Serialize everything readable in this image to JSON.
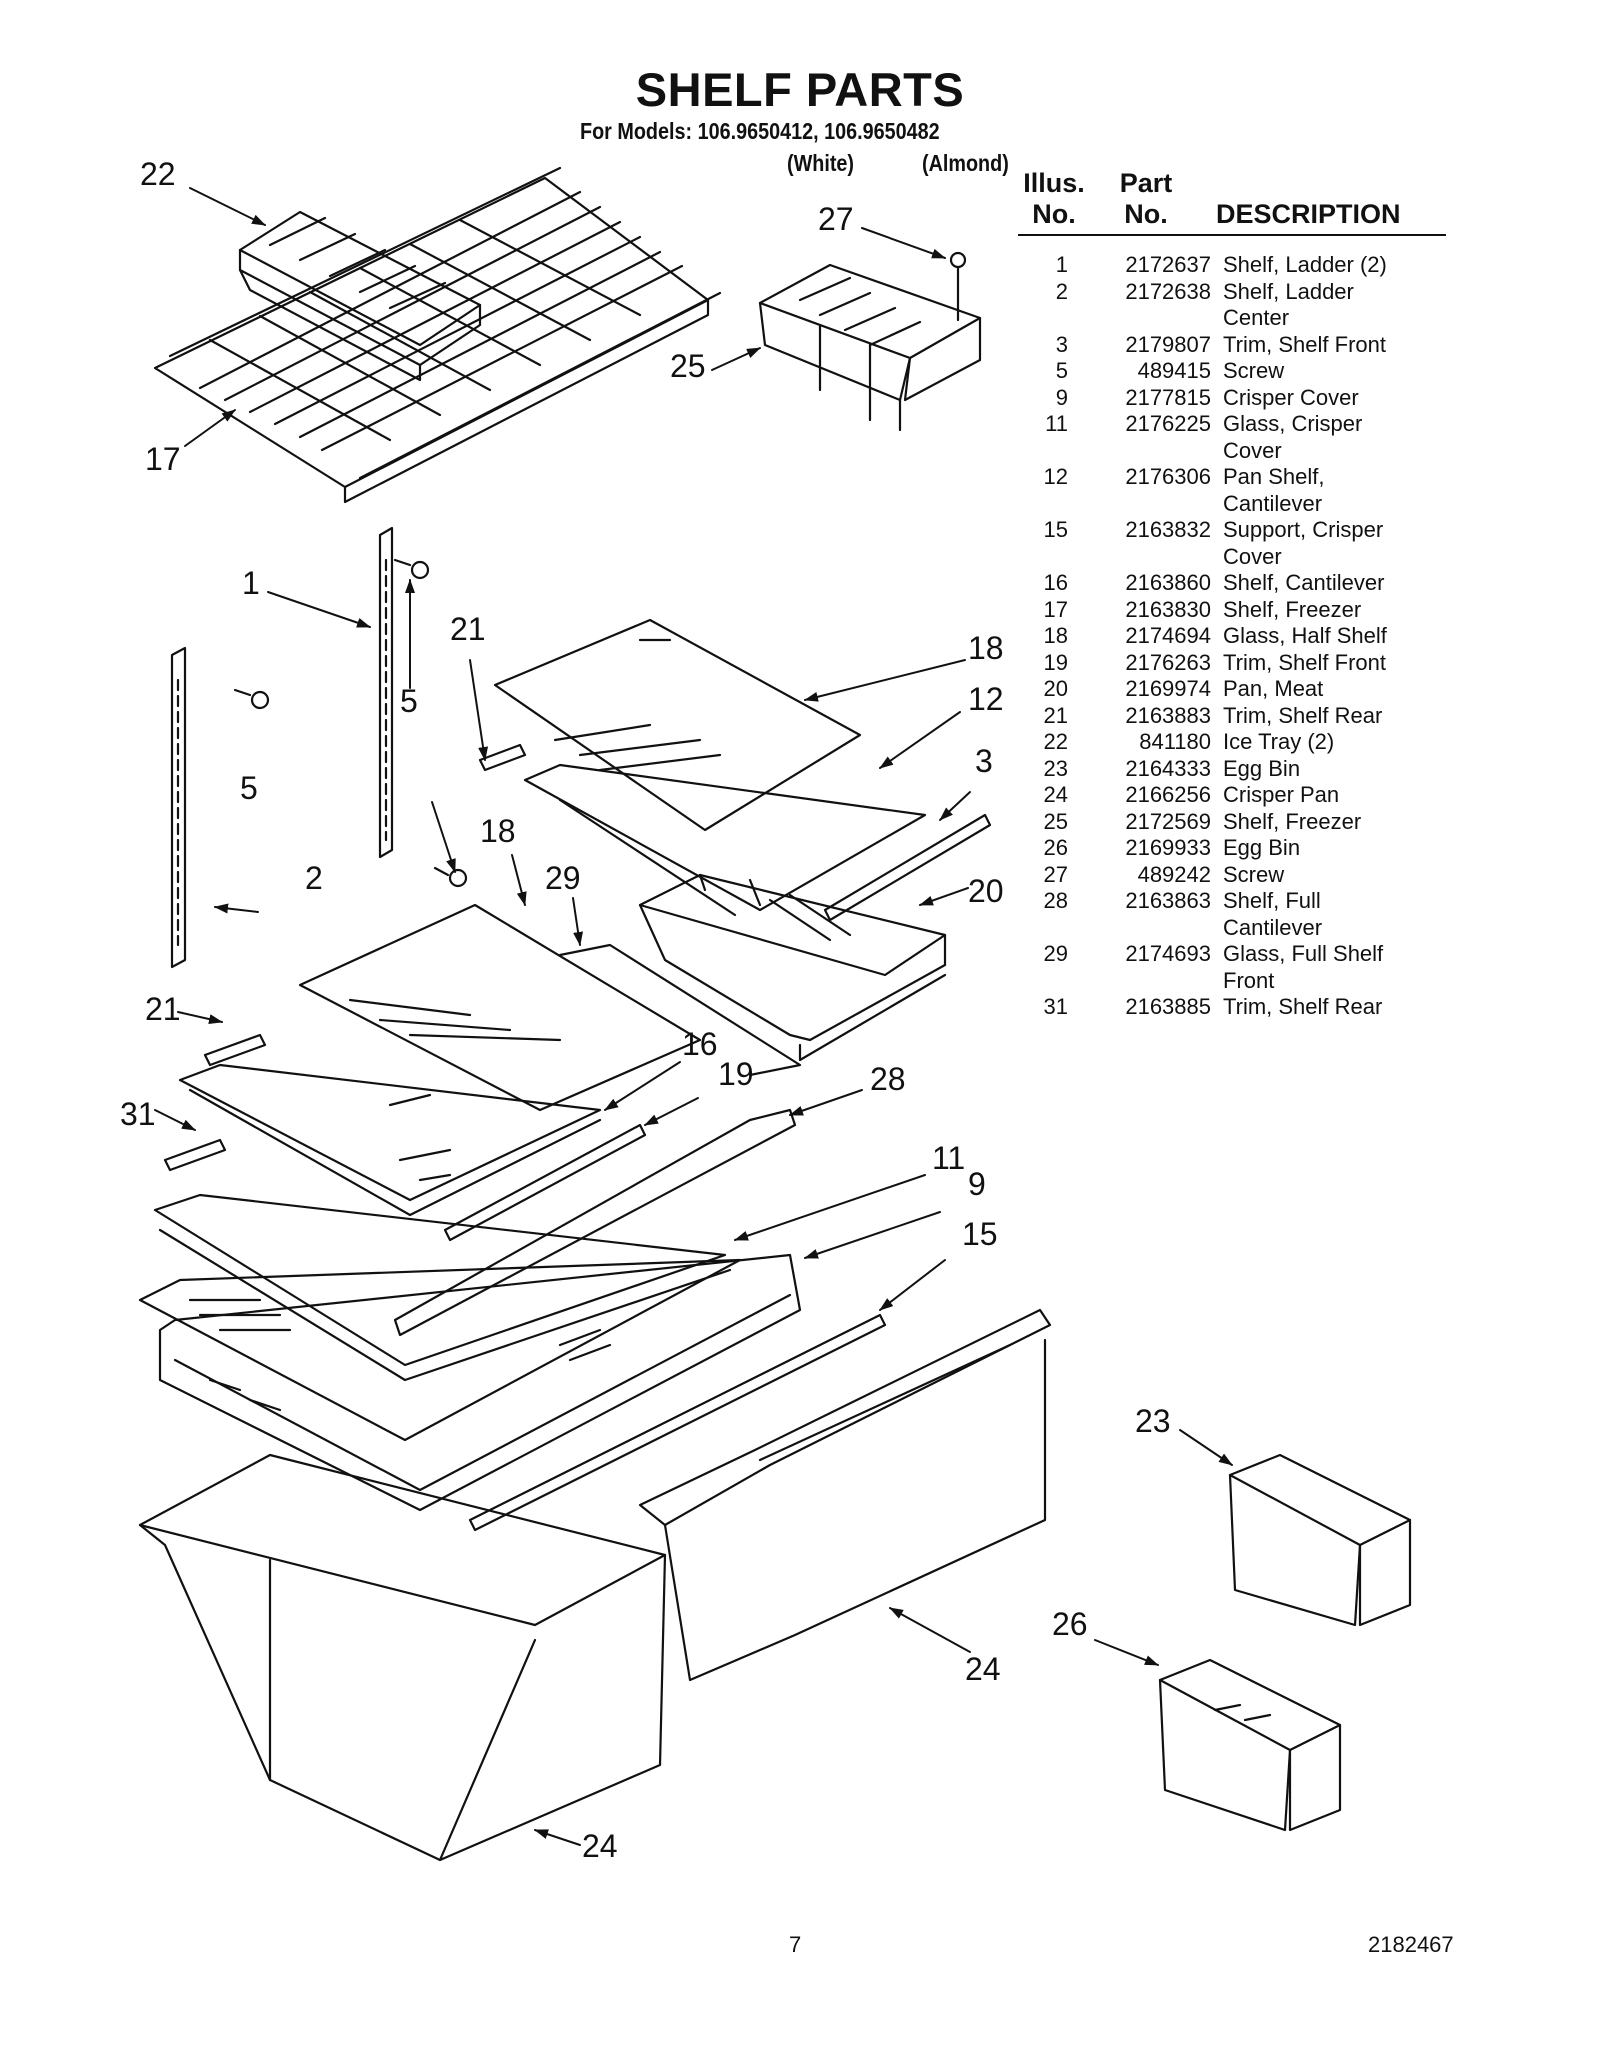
{
  "header": {
    "title": "SHELF PARTS",
    "models": "For Models: 106.9650412, 106.9650482",
    "variant_white": "(White)",
    "variant_almond": "(Almond)"
  },
  "table": {
    "col_illus": "Illus.\nNo.",
    "col_part": "Part\nNo.",
    "col_desc": "DESCRIPTION",
    "rows": [
      {
        "illus": "1",
        "part": "2172637",
        "desc": "Shelf, Ladder (2)"
      },
      {
        "illus": "2",
        "part": "2172638",
        "desc": "Shelf, Ladder\nCenter"
      },
      {
        "illus": "3",
        "part": "2179807",
        "desc": "Trim, Shelf Front"
      },
      {
        "illus": "5",
        "part": "489415",
        "desc": "Screw"
      },
      {
        "illus": "9",
        "part": "2177815",
        "desc": "Crisper Cover"
      },
      {
        "illus": "11",
        "part": "2176225",
        "desc": "Glass, Crisper\nCover"
      },
      {
        "illus": "12",
        "part": "2176306",
        "desc": "Pan Shelf,\nCantilever"
      },
      {
        "illus": "15",
        "part": "2163832",
        "desc": "Support, Crisper\nCover"
      },
      {
        "illus": "16",
        "part": "2163860",
        "desc": "Shelf, Cantilever"
      },
      {
        "illus": "17",
        "part": "2163830",
        "desc": "Shelf, Freezer"
      },
      {
        "illus": "18",
        "part": "2174694",
        "desc": "Glass, Half Shelf"
      },
      {
        "illus": "19",
        "part": "2176263",
        "desc": "Trim, Shelf Front"
      },
      {
        "illus": "20",
        "part": "2169974",
        "desc": "Pan, Meat"
      },
      {
        "illus": "21",
        "part": "2163883",
        "desc": "Trim, Shelf Rear"
      },
      {
        "illus": "22",
        "part": "841180",
        "desc": "Ice Tray (2)"
      },
      {
        "illus": "23",
        "part": "2164333",
        "desc": "Egg Bin"
      },
      {
        "illus": "24",
        "part": "2166256",
        "desc": "Crisper Pan"
      },
      {
        "illus": "25",
        "part": "2172569",
        "desc": "Shelf, Freezer"
      },
      {
        "illus": "26",
        "part": "2169933",
        "desc": "Egg Bin"
      },
      {
        "illus": "27",
        "part": "489242",
        "desc": "Screw"
      },
      {
        "illus": "28",
        "part": "2163863",
        "desc": "Shelf, Full\nCantilever"
      },
      {
        "illus": "29",
        "part": "2174693",
        "desc": "Glass, Full Shelf\nFront"
      },
      {
        "illus": "31",
        "part": "2163885",
        "desc": "Trim, Shelf Rear"
      }
    ]
  },
  "callouts": {
    "c22": "22",
    "c27": "27",
    "c25": "25",
    "c17": "17",
    "c1": "1",
    "c21a": "21",
    "c5a": "5",
    "c18a": "18",
    "c12": "12",
    "c5b": "5",
    "c3": "3",
    "c18b": "18",
    "c29": "29",
    "c2": "2",
    "c20": "20",
    "c21b": "21",
    "c16": "16",
    "c19": "19",
    "c28": "28",
    "c31": "31",
    "c11": "11",
    "c9": "9",
    "c15": "15",
    "c23": "23",
    "c26": "26",
    "c24a": "24",
    "c24b": "24"
  },
  "footer": {
    "page_number": "7",
    "doc_number": "2182467"
  }
}
